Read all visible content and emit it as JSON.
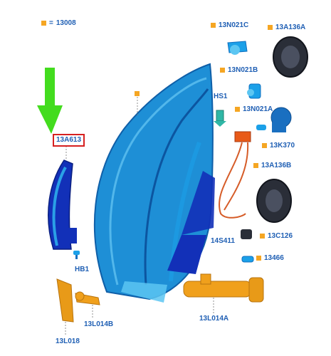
{
  "legend": {
    "equals": "=",
    "code": "13008"
  },
  "callouts": {
    "headlamp_body": "13A613",
    "bulb_top": "13N021C",
    "cap_top": "13A136A",
    "bulb_mid": "13N021B",
    "hs1": "HS1",
    "bulb_side": "13N021A",
    "socket": "13K370",
    "cap_lower": "13A136B",
    "wiring": "14S411",
    "connector": "13C126",
    "small_bulb": "13466",
    "hb1": "HB1",
    "washer_jet": "13L014B",
    "washer_pump": "13L014A",
    "reflector": "13L018"
  },
  "colors": {
    "label_blue": "#1f5fb4",
    "marker_orange": "#f5a623",
    "highlight_red": "#d62020",
    "pointer_green": "#43dc1e",
    "lens_blue": "#1e8fd6",
    "housing_dark": "#1230b8",
    "orange_part": "#f0a01c"
  }
}
